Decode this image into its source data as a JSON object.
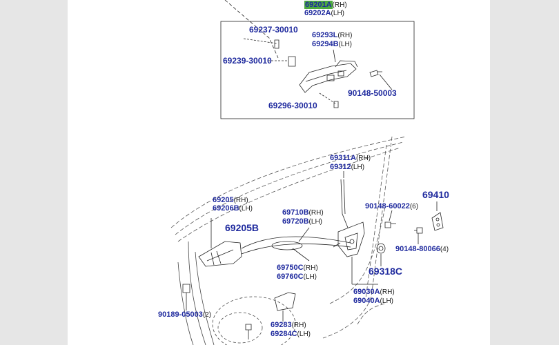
{
  "title": "Door lock & handle parts diagram",
  "colors": {
    "background": "#e6e6e6",
    "page": "#ffffff",
    "part_number": "#1f2a9e",
    "highlight": "#4caa3f",
    "line": "#222222"
  },
  "callouts": [
    {
      "code": "69201A",
      "suffix": "(RH)",
      "highlighted": true
    },
    {
      "code": "69202A",
      "suffix": "(LH)"
    },
    {
      "code": "69237-30010",
      "suffix": ""
    },
    {
      "code": "69293L",
      "suffix": "(RH)"
    },
    {
      "code": "69294B",
      "suffix": "(LH)"
    },
    {
      "code": "69239-30010",
      "suffix": ""
    },
    {
      "code": "90148-50003",
      "suffix": ""
    },
    {
      "code": "69296-30010",
      "suffix": ""
    },
    {
      "code": "69311A",
      "suffix": "(RH)"
    },
    {
      "code": "69312",
      "suffix": "(LH)"
    },
    {
      "code": "69410",
      "suffix": ""
    },
    {
      "code": "90148-60022",
      "suffix": "(6)"
    },
    {
      "code": "69205",
      "suffix": "(RH)"
    },
    {
      "code": "69206B",
      "suffix": "(LH)"
    },
    {
      "code": "69205B",
      "suffix": ""
    },
    {
      "code": "69710B",
      "suffix": "(RH)"
    },
    {
      "code": "69720B",
      "suffix": "(LH)"
    },
    {
      "code": "90148-80066",
      "suffix": "(4)"
    },
    {
      "code": "69318C",
      "suffix": ""
    },
    {
      "code": "69750C",
      "suffix": "(RH)"
    },
    {
      "code": "69760C",
      "suffix": "(LH)"
    },
    {
      "code": "69030A",
      "suffix": "(RH)"
    },
    {
      "code": "69040A",
      "suffix": "(LH)"
    },
    {
      "code": "90189-05003",
      "suffix": "(2)"
    },
    {
      "code": "69283",
      "suffix": "(RH)"
    },
    {
      "code": "69284C",
      "suffix": "(LH)"
    }
  ]
}
